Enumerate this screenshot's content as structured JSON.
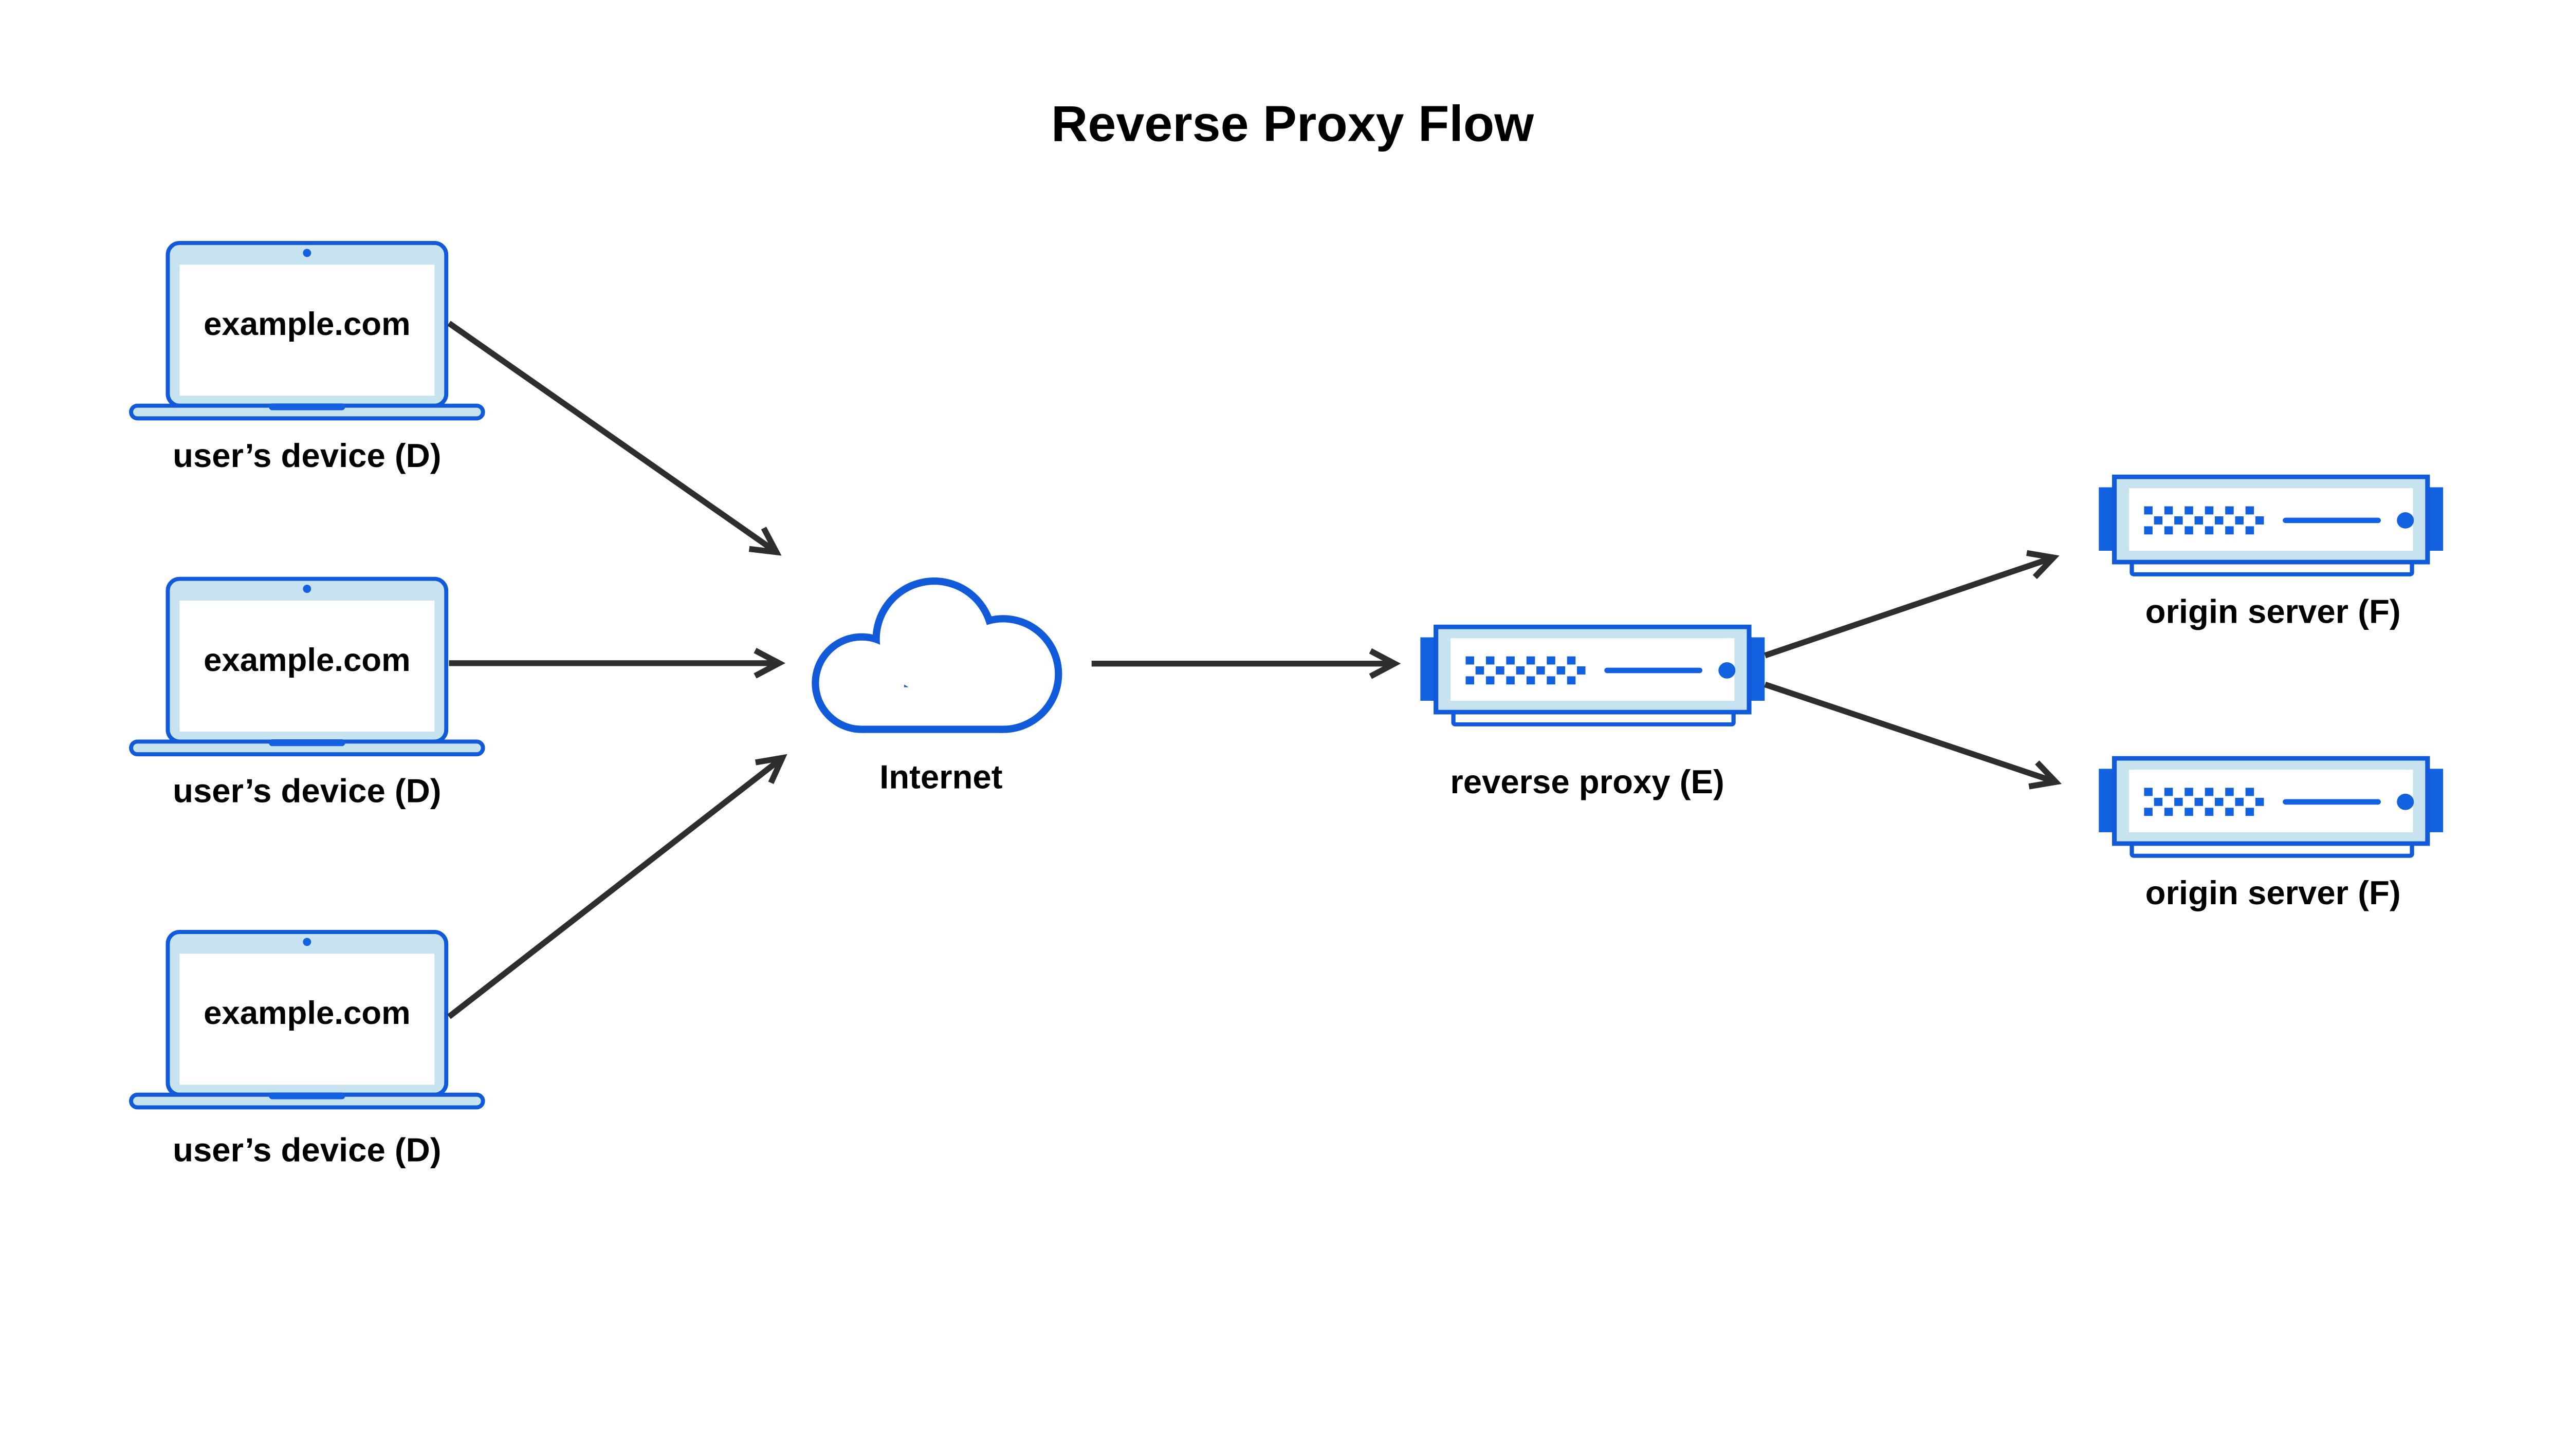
{
  "title": "Reverse Proxy Flow",
  "colors": {
    "stroke_blue": "#115AD9",
    "accent_blue": "#1161E1",
    "light_blue": "#C6E3EF",
    "arrow_gray": "#2E2E2E",
    "text_black": "#000000",
    "background": "#FFFFFF"
  },
  "nodes": {
    "devices": [
      {
        "screen_text": "example.com",
        "label": "user’s device (D)"
      },
      {
        "screen_text": "example.com",
        "label": "user’s device (D)"
      },
      {
        "screen_text": "example.com",
        "label": "user’s device (D)"
      }
    ],
    "internet": {
      "label": "Internet"
    },
    "reverse_proxy": {
      "label": "reverse proxy (E)"
    },
    "origin_servers": [
      {
        "label": "origin server (F)"
      },
      {
        "label": "origin server (F)"
      }
    ]
  },
  "icons": {
    "device": "laptop-icon",
    "internet": "cloud-icon",
    "proxy": "rack-server-icon",
    "origin": "rack-server-icon"
  },
  "connections": [
    {
      "from": "user’s device (D) #1",
      "to": "Internet"
    },
    {
      "from": "user’s device (D) #2",
      "to": "Internet"
    },
    {
      "from": "user’s device (D) #3",
      "to": "Internet"
    },
    {
      "from": "Internet",
      "to": "reverse proxy (E)"
    },
    {
      "from": "reverse proxy (E)",
      "to": "origin server (F) #1"
    },
    {
      "from": "reverse proxy (E)",
      "to": "origin server (F) #2"
    }
  ]
}
